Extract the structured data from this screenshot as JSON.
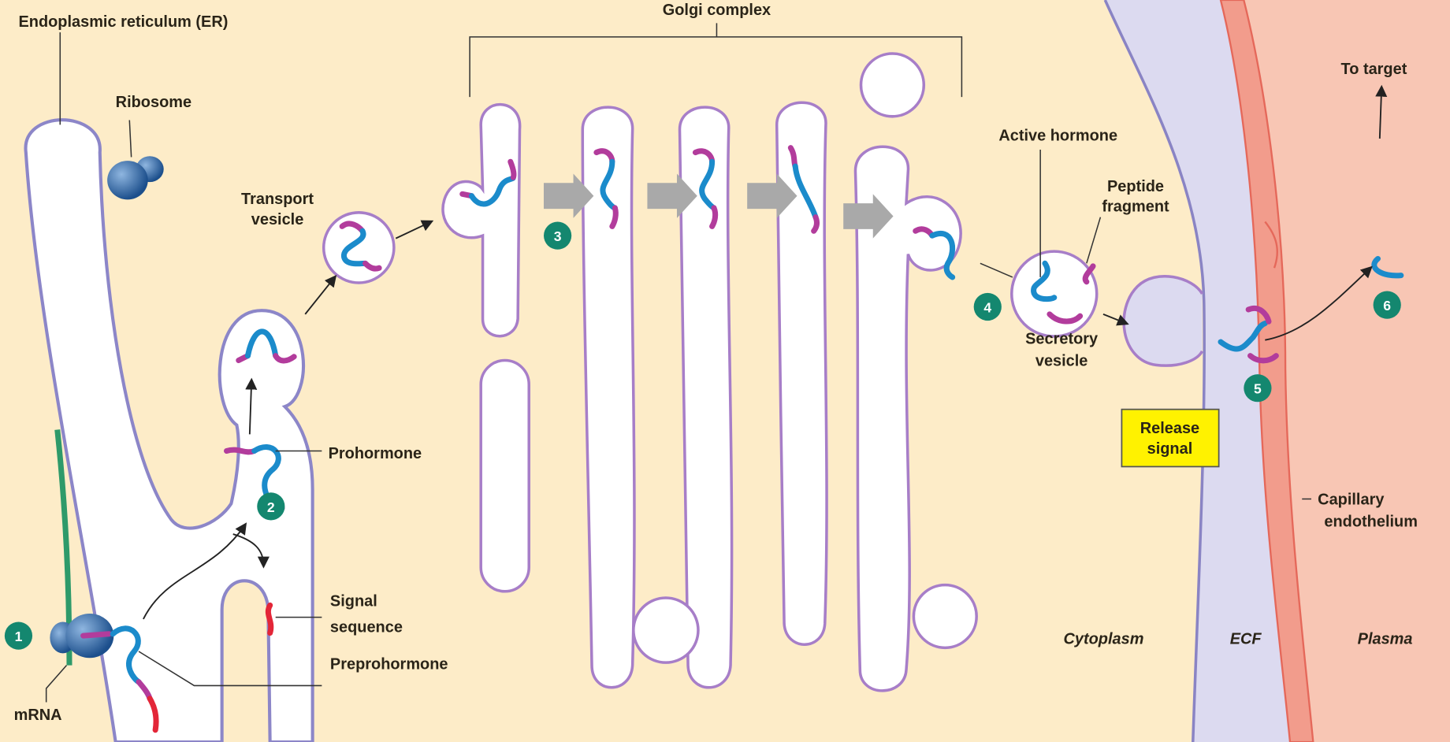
{
  "labels": {
    "er": "Endoplasmic reticulum (ER)",
    "ribosome": "Ribosome",
    "golgi": "Golgi complex",
    "transport_vesicle": [
      "Transport",
      "vesicle"
    ],
    "active_hormone": "Active hormone",
    "peptide_fragment": [
      "Peptide",
      "fragment"
    ],
    "to_target": "To target",
    "secretory_vesicle": [
      "Secretory",
      "vesicle"
    ],
    "release_signal": [
      "Release",
      "signal"
    ],
    "prohormone": "Prohormone",
    "signal_sequence": [
      "Signal",
      "sequence"
    ],
    "preprohormone": "Preprohormone",
    "mrna": "mRNA",
    "capillary_endothelium": [
      "Capillary",
      "endothelium"
    ],
    "cytoplasm": "Cytoplasm",
    "ecf": "ECF",
    "plasma": "Plasma"
  },
  "steps": [
    "1",
    "2",
    "3",
    "4",
    "5",
    "6"
  ],
  "colors": {
    "cytoplasm": "#fdecc8",
    "ecf": "#dcdaf0",
    "plasma": "#f8c6b4",
    "endothelium": "#f29c8c",
    "hormone": "#1b8bcb",
    "peptide_fragment": "#b23c9c",
    "signal_sequence": "#e32638",
    "step_badge": "#14876f",
    "release_box": "#fff200"
  }
}
